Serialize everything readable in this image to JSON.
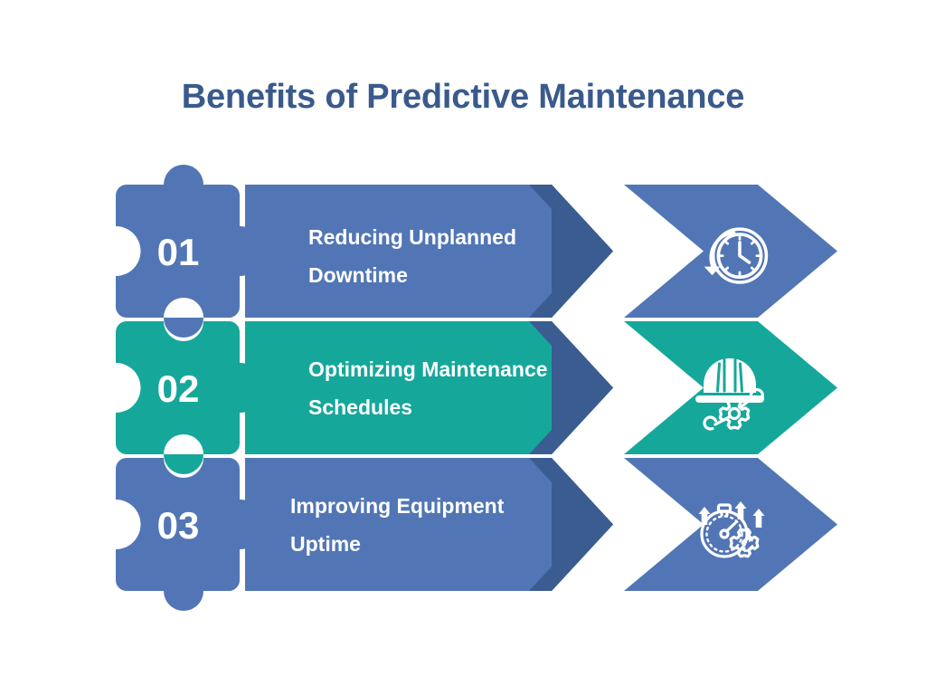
{
  "header": {
    "title": "Benefits of Predictive Maintenance"
  },
  "colors": {
    "title": "#3a5a8c",
    "blue": "#5276b5",
    "blue_dark": "#3a5c91",
    "teal": "#16a79b",
    "teal_dark": "#3a5c91",
    "background": "#ffffff",
    "text": "#ffffff"
  },
  "rows": [
    {
      "number": "01",
      "label_line1": "Reducing Unplanned",
      "label_line2": "Downtime",
      "color": "#5276b5",
      "chevron_color": "#3a5c91",
      "icon": "clock-rewind-icon"
    },
    {
      "number": "02",
      "label_line1": "Optimizing Maintenance",
      "label_line2": "Schedules",
      "color": "#16a79b",
      "chevron_color": "#3a5c91",
      "icon": "hardhat-wrench-gear-icon"
    },
    {
      "number": "03",
      "label_line1": "Improving Equipment",
      "label_line2": "Uptime",
      "color": "#5276b5",
      "chevron_color": "#3a5c91",
      "icon": "stopwatch-gear-arrows-icon"
    }
  ]
}
